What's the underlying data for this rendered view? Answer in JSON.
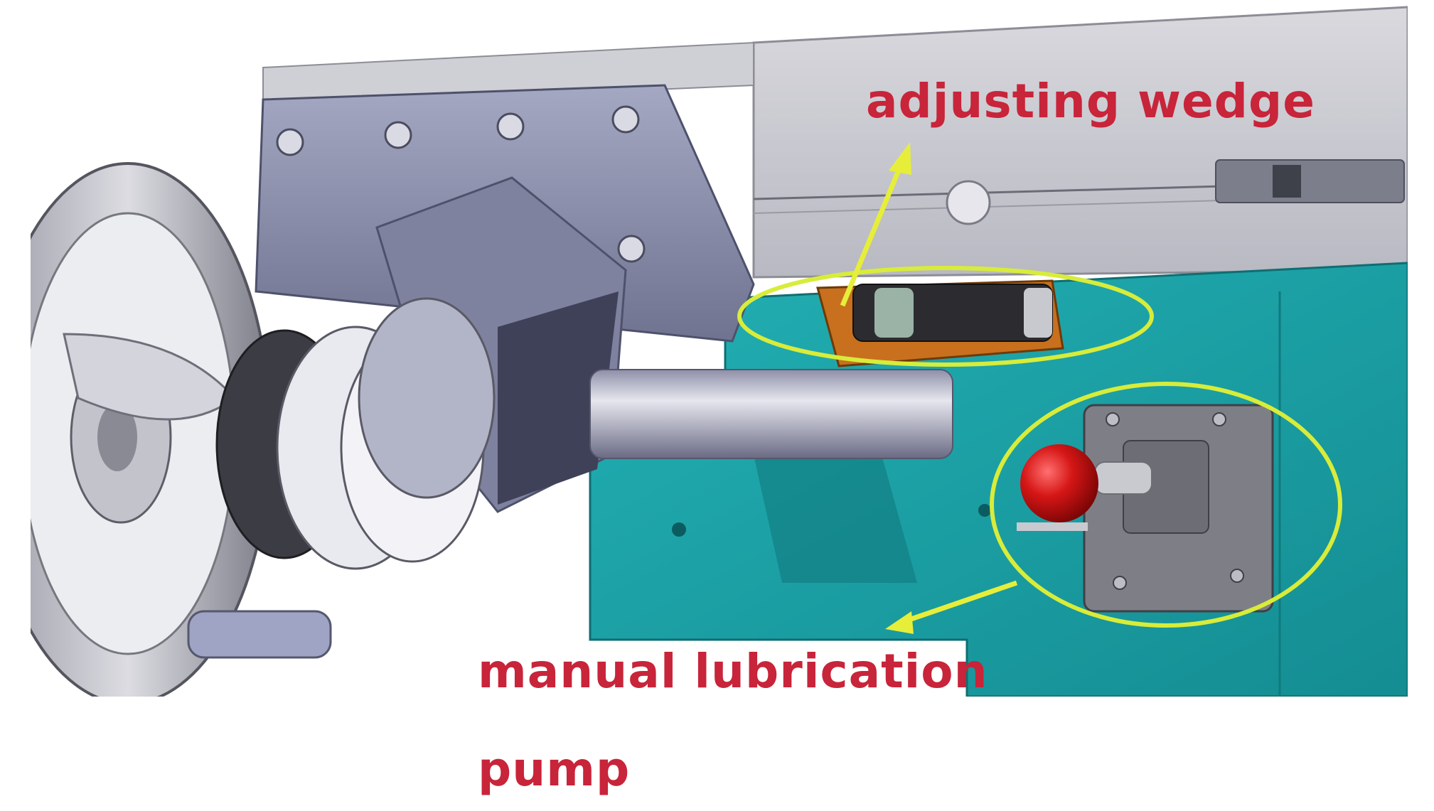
{
  "annotations": {
    "adjusting_wedge": "adjusting wedge",
    "pump_line1": "manual lubrication",
    "pump_line2": "pump"
  },
  "colors": {
    "label_text": "#c8243a",
    "callout_outline": "#d8ec3a",
    "arrow": "#e6ee3a",
    "bed_teal": "#1aa3a8",
    "carriage_steel": "#8f93ad",
    "wedge_orange": "#c8701e",
    "knob_red": "#cc1414"
  }
}
